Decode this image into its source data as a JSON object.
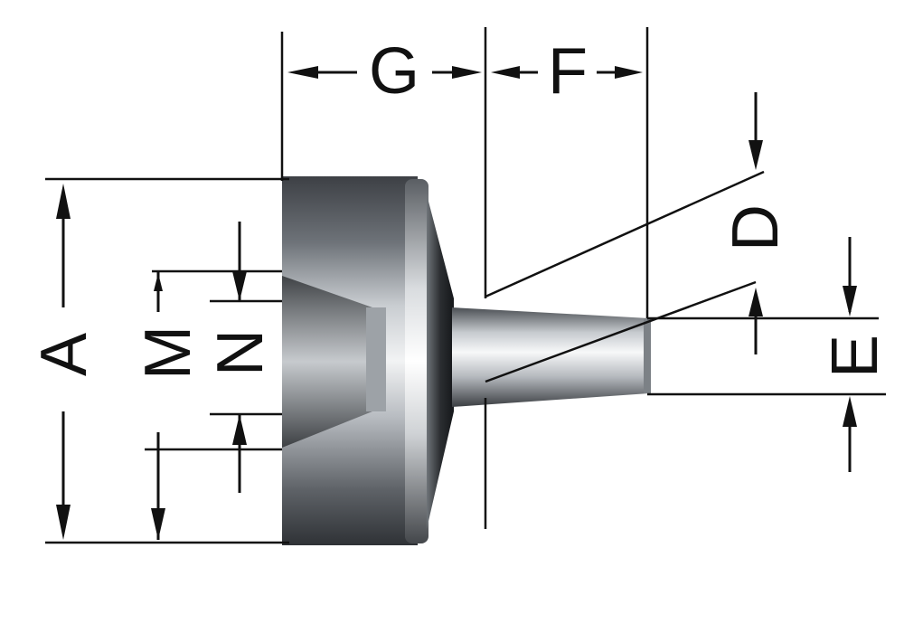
{
  "diagram": {
    "labels": {
      "a": "A",
      "m": "M",
      "n": "N",
      "g": "G",
      "f": "F",
      "d": "D",
      "e": "E"
    },
    "colors": {
      "line": "#111111",
      "metal_dark": "#3a3d41",
      "metal_mid": "#8a8f95",
      "metal_light": "#e8eaec"
    }
  }
}
